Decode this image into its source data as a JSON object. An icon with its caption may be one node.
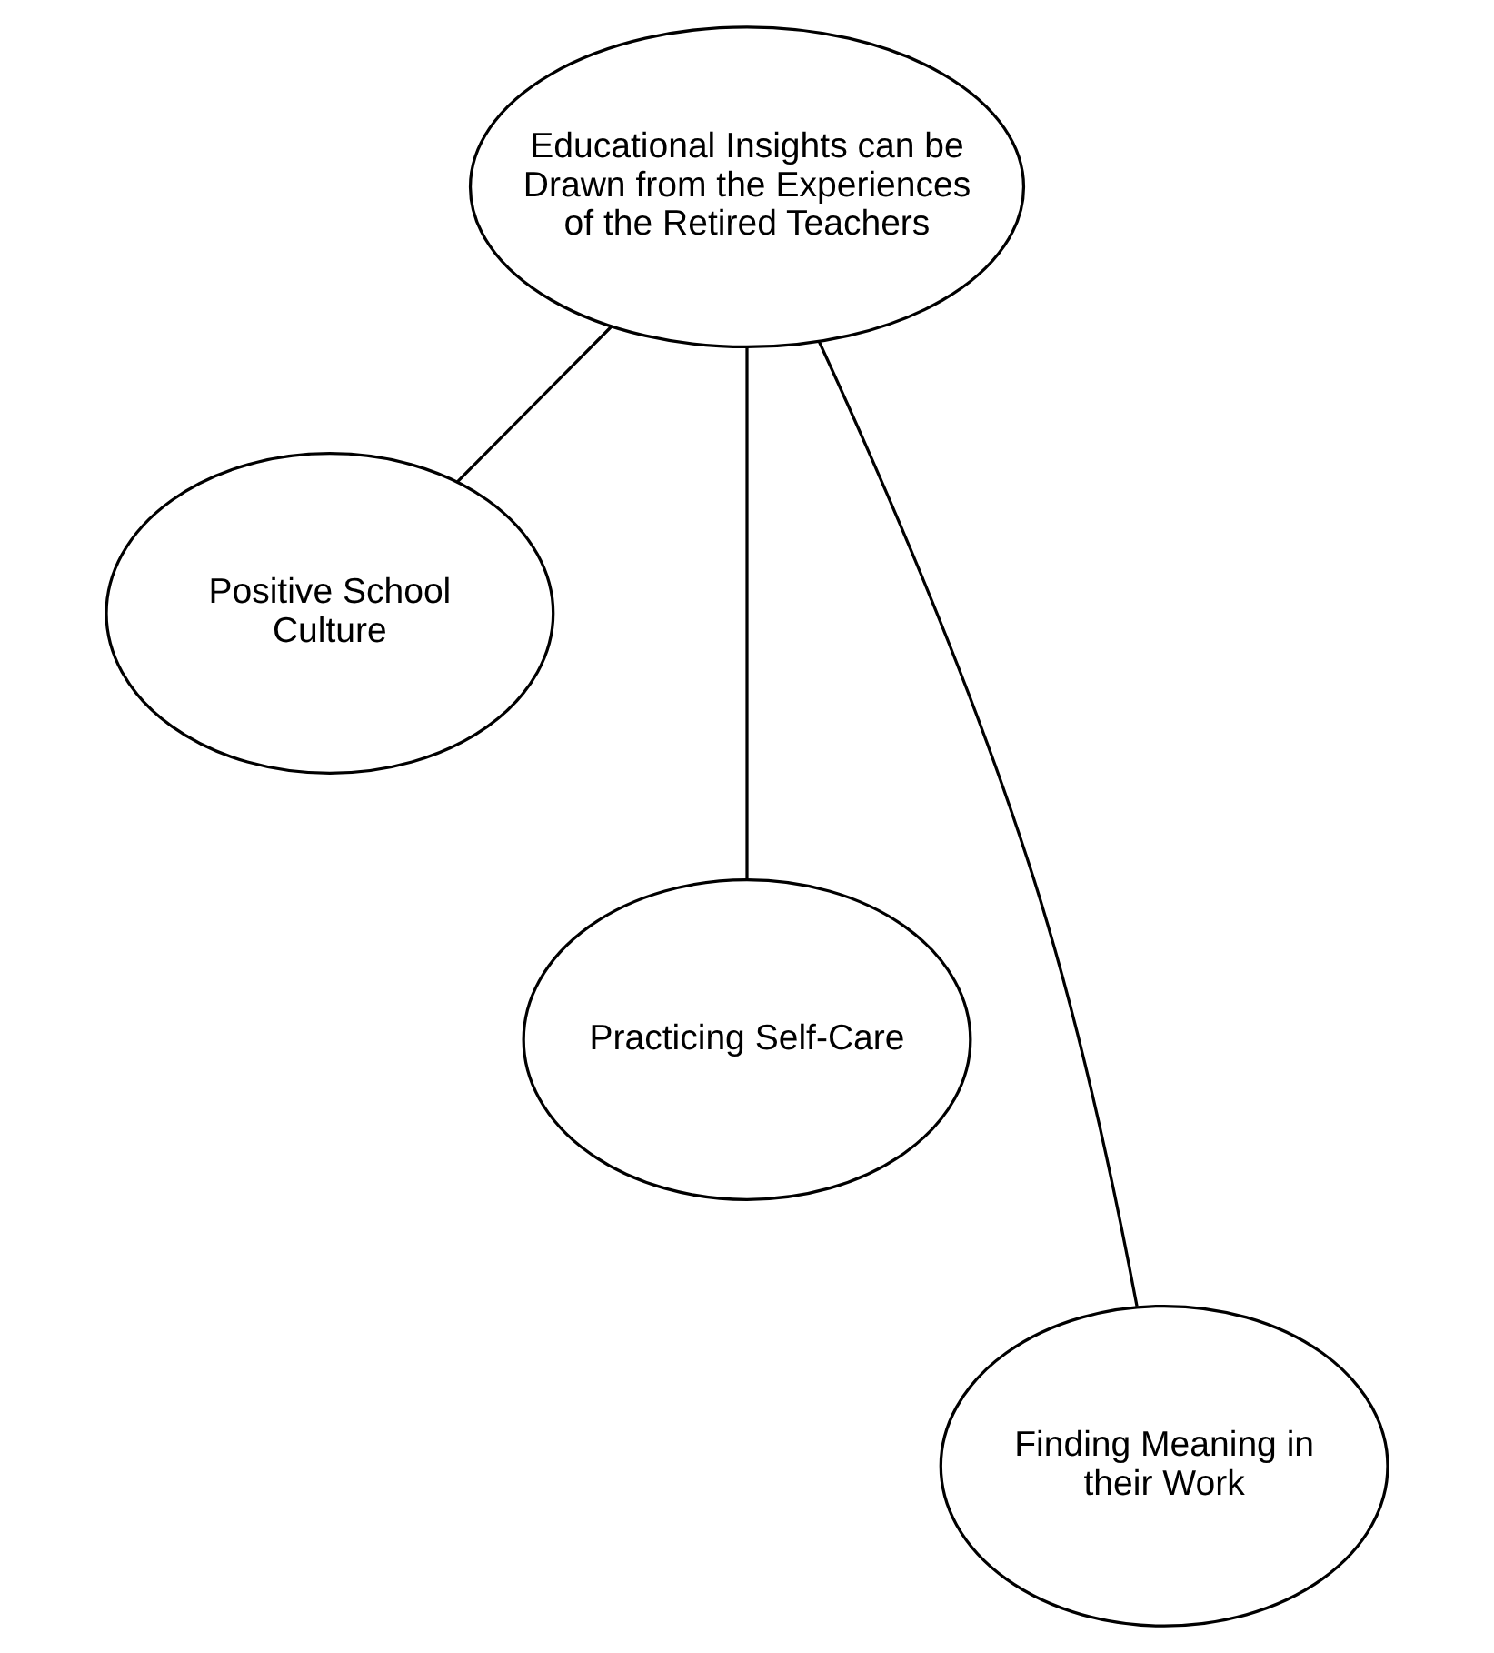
{
  "diagram": {
    "nodes": [
      {
        "text": [
          "Educational Insights can be Drawn from the Experiences of the Retired Teachers"
        ]
      },
      {
        "text": [
          "Positive School Culture"
        ]
      },
      {
        "text": [
          "Practicing Self-Care"
        ]
      },
      {
        "text": [
          "Finding Meaning in their Work"
        ]
      }
    ],
    "edges": [
      {
        "from": 0,
        "to": 1,
        "arrow": "none"
      },
      {
        "from": 0,
        "to": 2,
        "arrow": "none"
      },
      {
        "from": 0,
        "to": 3,
        "arrow": "none"
      }
    ]
  }
}
